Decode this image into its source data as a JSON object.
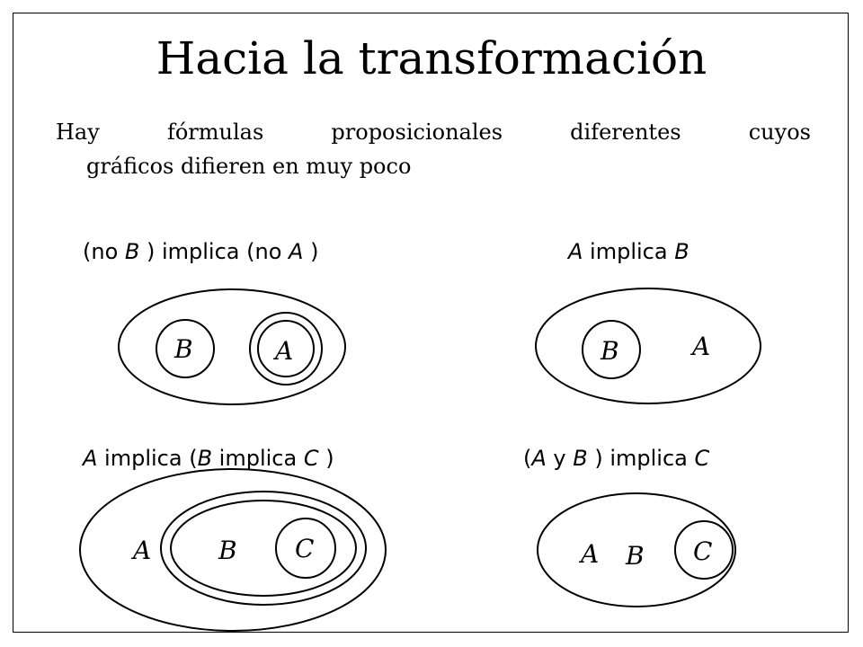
{
  "title": "Hacia la transformación",
  "intro": {
    "words": [
      "Hay",
      "fórmulas",
      "proposicionales",
      "diferentes",
      "cuyos"
    ],
    "line2": "gráficos difieren en muy poco"
  },
  "diagrams": [
    {
      "caption": {
        "p1": "(no ",
        "v1": "B",
        "p2": " ) implica (no ",
        "v2": "A",
        "p3": " )"
      },
      "labels": {
        "outer_left": "B",
        "inner_right": "A"
      }
    },
    {
      "caption": {
        "v1": "A",
        "p1": " implica ",
        "v2": "B"
      },
      "labels": {
        "circle": "B",
        "outside": "A"
      }
    },
    {
      "caption": {
        "v1": "A",
        "p1": " implica (",
        "v2": "B",
        "p2": " implica ",
        "v3": "C",
        "p3": " )"
      },
      "labels": {
        "outer": "A",
        "middle": "B",
        "inner": "C"
      }
    },
    {
      "caption": {
        "p1": "(",
        "v1": "A",
        "p2": " y ",
        "v2": "B",
        "p3": " ) implica ",
        "v3": "C"
      },
      "labels": {
        "a": "A",
        "b": "B",
        "circle": "C"
      }
    }
  ]
}
